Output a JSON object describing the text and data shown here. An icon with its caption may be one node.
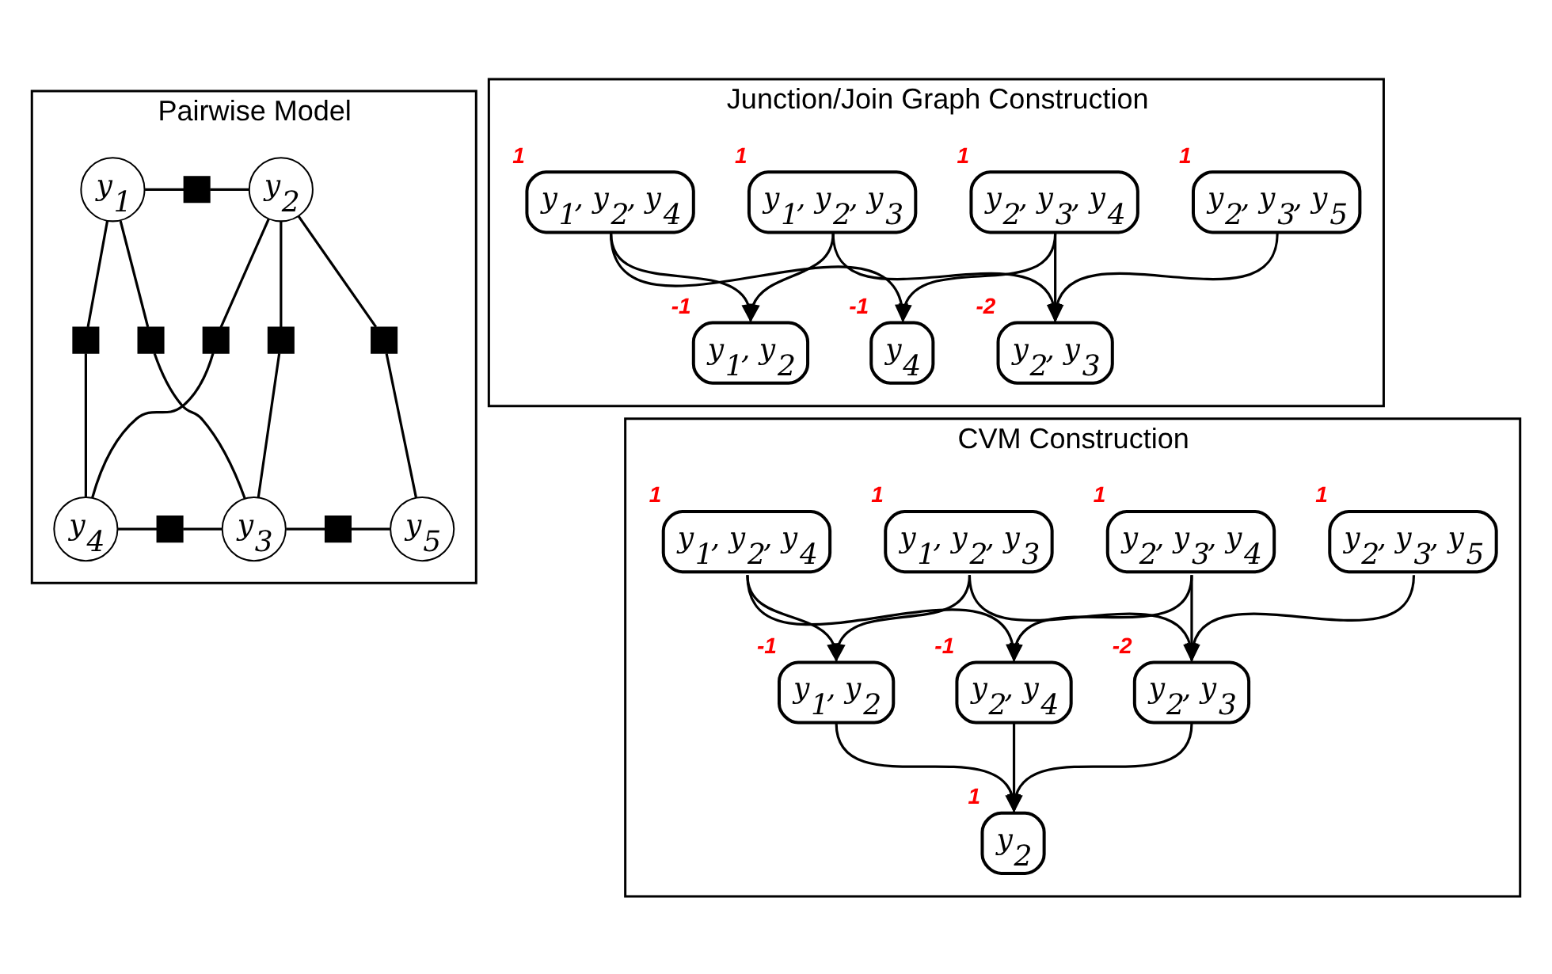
{
  "diagram": {
    "nodes": [
      {
        "text": [
          "Pairwise Model"
        ]
      },
      {
        "text": [
          "y$_{1}$"
        ],
        "in": 0
      },
      {
        "text": [],
        "shape": "box",
        "in": 0
      },
      {
        "text": [
          "y$_{2}$"
        ],
        "in": 0
      },
      {
        "text": [],
        "shape": "box",
        "in": 0
      },
      {
        "text": [],
        "shape": "box",
        "in": 0
      },
      {
        "text": [],
        "shape": "box",
        "in": 0
      },
      {
        "text": [],
        "shape": "box",
        "in": 0
      },
      {
        "text": [],
        "shape": "box",
        "in": 0
      },
      {
        "text": [
          "y$_{4}$"
        ],
        "in": 0
      },
      {
        "text": [],
        "shape": "box",
        "in": 0
      },
      {
        "text": [
          "y$_{3}$"
        ],
        "in": 0
      },
      {
        "text": [],
        "shape": "box",
        "in": 0
      },
      {
        "text": [
          "y$_{5}$"
        ],
        "in": 0
      },
      {
        "text": [
          "Junction/Join Graph Construction"
        ]
      },
      {
        "text": [
          "y$_{1}$, y$_{2}$, y$_{4}$"
        ],
        "beside": [
          "1"
        ],
        "in": 14
      },
      {
        "text": [
          "y$_{1}$, y$_{2}$, y$_{3}$"
        ],
        "beside": [
          "1"
        ],
        "in": 14
      },
      {
        "text": [
          "y$_{2}$, y$_{3}$, y$_{4}$"
        ],
        "beside": [
          "1"
        ],
        "in": 14
      },
      {
        "text": [
          "y$_{2}$, y$_{3}$, y$_{5}$"
        ],
        "beside": [
          "1"
        ],
        "in": 14
      },
      {
        "text": [
          "y$_{1}$, y$_{2}$"
        ],
        "beside": [
          "-1"
        ],
        "in": 14
      },
      {
        "text": [
          "y$_{4}$"
        ],
        "beside": [
          "-1"
        ],
        "in": 14
      },
      {
        "text": [
          "y$_{2}$, y$_{3}$"
        ],
        "beside": [
          "-2"
        ],
        "in": 14
      },
      {
        "text": [
          "CVM Construction"
        ]
      },
      {
        "text": [
          "y$_{1}$, y$_{2}$, y$_{4}$"
        ],
        "beside": [
          "1"
        ],
        "in": 22
      },
      {
        "text": [
          "y$_{1}$, y$_{2}$, y$_{3}$"
        ],
        "beside": [
          "1"
        ],
        "in": 22
      },
      {
        "text": [
          "y$_{2}$, y$_{3}$, y$_{4}$"
        ],
        "beside": [
          "1"
        ],
        "in": 22
      },
      {
        "text": [
          "y$_{2}$, y$_{3}$, y$_{5}$"
        ],
        "beside": [
          "1"
        ],
        "in": 22
      },
      {
        "text": [
          "y$_{1}$, y$_{2}$"
        ],
        "beside": [
          "-1"
        ],
        "in": 22
      },
      {
        "text": [
          "y$_{2}$, y$_{4}$"
        ],
        "beside": [
          "-1"
        ],
        "in": 22
      },
      {
        "text": [
          "y$_{2}$, y$_{3}$"
        ],
        "beside": [
          "-2"
        ],
        "in": 22
      },
      {
        "text": [
          "y$_{2}$"
        ],
        "beside": [
          "1"
        ],
        "in": 22
      }
    ],
    "edges": [
      {
        "from": 1,
        "to": 2,
        "arrow": "none"
      },
      {
        "from": 2,
        "to": 3,
        "arrow": "none"
      },
      {
        "from": 1,
        "to": 4,
        "arrow": "none"
      },
      {
        "from": 4,
        "to": 9,
        "arrow": "none"
      },
      {
        "from": 1,
        "to": 5,
        "arrow": "none"
      },
      {
        "from": 5,
        "to": 11,
        "arrow": "none"
      },
      {
        "from": 3,
        "to": 6,
        "arrow": "none"
      },
      {
        "from": 6,
        "to": 9,
        "arrow": "none"
      },
      {
        "from": 3,
        "to": 7,
        "arrow": "none"
      },
      {
        "from": 7,
        "to": 11,
        "arrow": "none"
      },
      {
        "from": 3,
        "to": 8,
        "arrow": "none"
      },
      {
        "from": 8,
        "to": 13,
        "arrow": "none"
      },
      {
        "from": 9,
        "to": 10,
        "arrow": "none"
      },
      {
        "from": 10,
        "to": 11,
        "arrow": "none"
      },
      {
        "from": 11,
        "to": 12,
        "arrow": "none"
      },
      {
        "from": 12,
        "to": 13,
        "arrow": "none"
      },
      {
        "from": 15,
        "to": 19,
        "arrow": "to"
      },
      {
        "from": 15,
        "to": 20,
        "arrow": "to"
      },
      {
        "from": 16,
        "to": 19,
        "arrow": "to"
      },
      {
        "from": 16,
        "to": 21,
        "arrow": "to"
      },
      {
        "from": 17,
        "to": 20,
        "arrow": "to"
      },
      {
        "from": 17,
        "to": 21,
        "arrow": "to"
      },
      {
        "from": 18,
        "to": 21,
        "arrow": "to"
      },
      {
        "from": 23,
        "to": 27,
        "arrow": "to"
      },
      {
        "from": 23,
        "to": 28,
        "arrow": "to"
      },
      {
        "from": 24,
        "to": 27,
        "arrow": "to"
      },
      {
        "from": 24,
        "to": 29,
        "arrow": "to"
      },
      {
        "from": 25,
        "to": 28,
        "arrow": "to"
      },
      {
        "from": 25,
        "to": 29,
        "arrow": "to"
      },
      {
        "from": 26,
        "to": 29,
        "arrow": "to"
      },
      {
        "from": 27,
        "to": 30,
        "arrow": "to"
      },
      {
        "from": 28,
        "to": 30,
        "arrow": "to"
      },
      {
        "from": 29,
        "to": 30,
        "arrow": "to"
      }
    ]
  }
}
